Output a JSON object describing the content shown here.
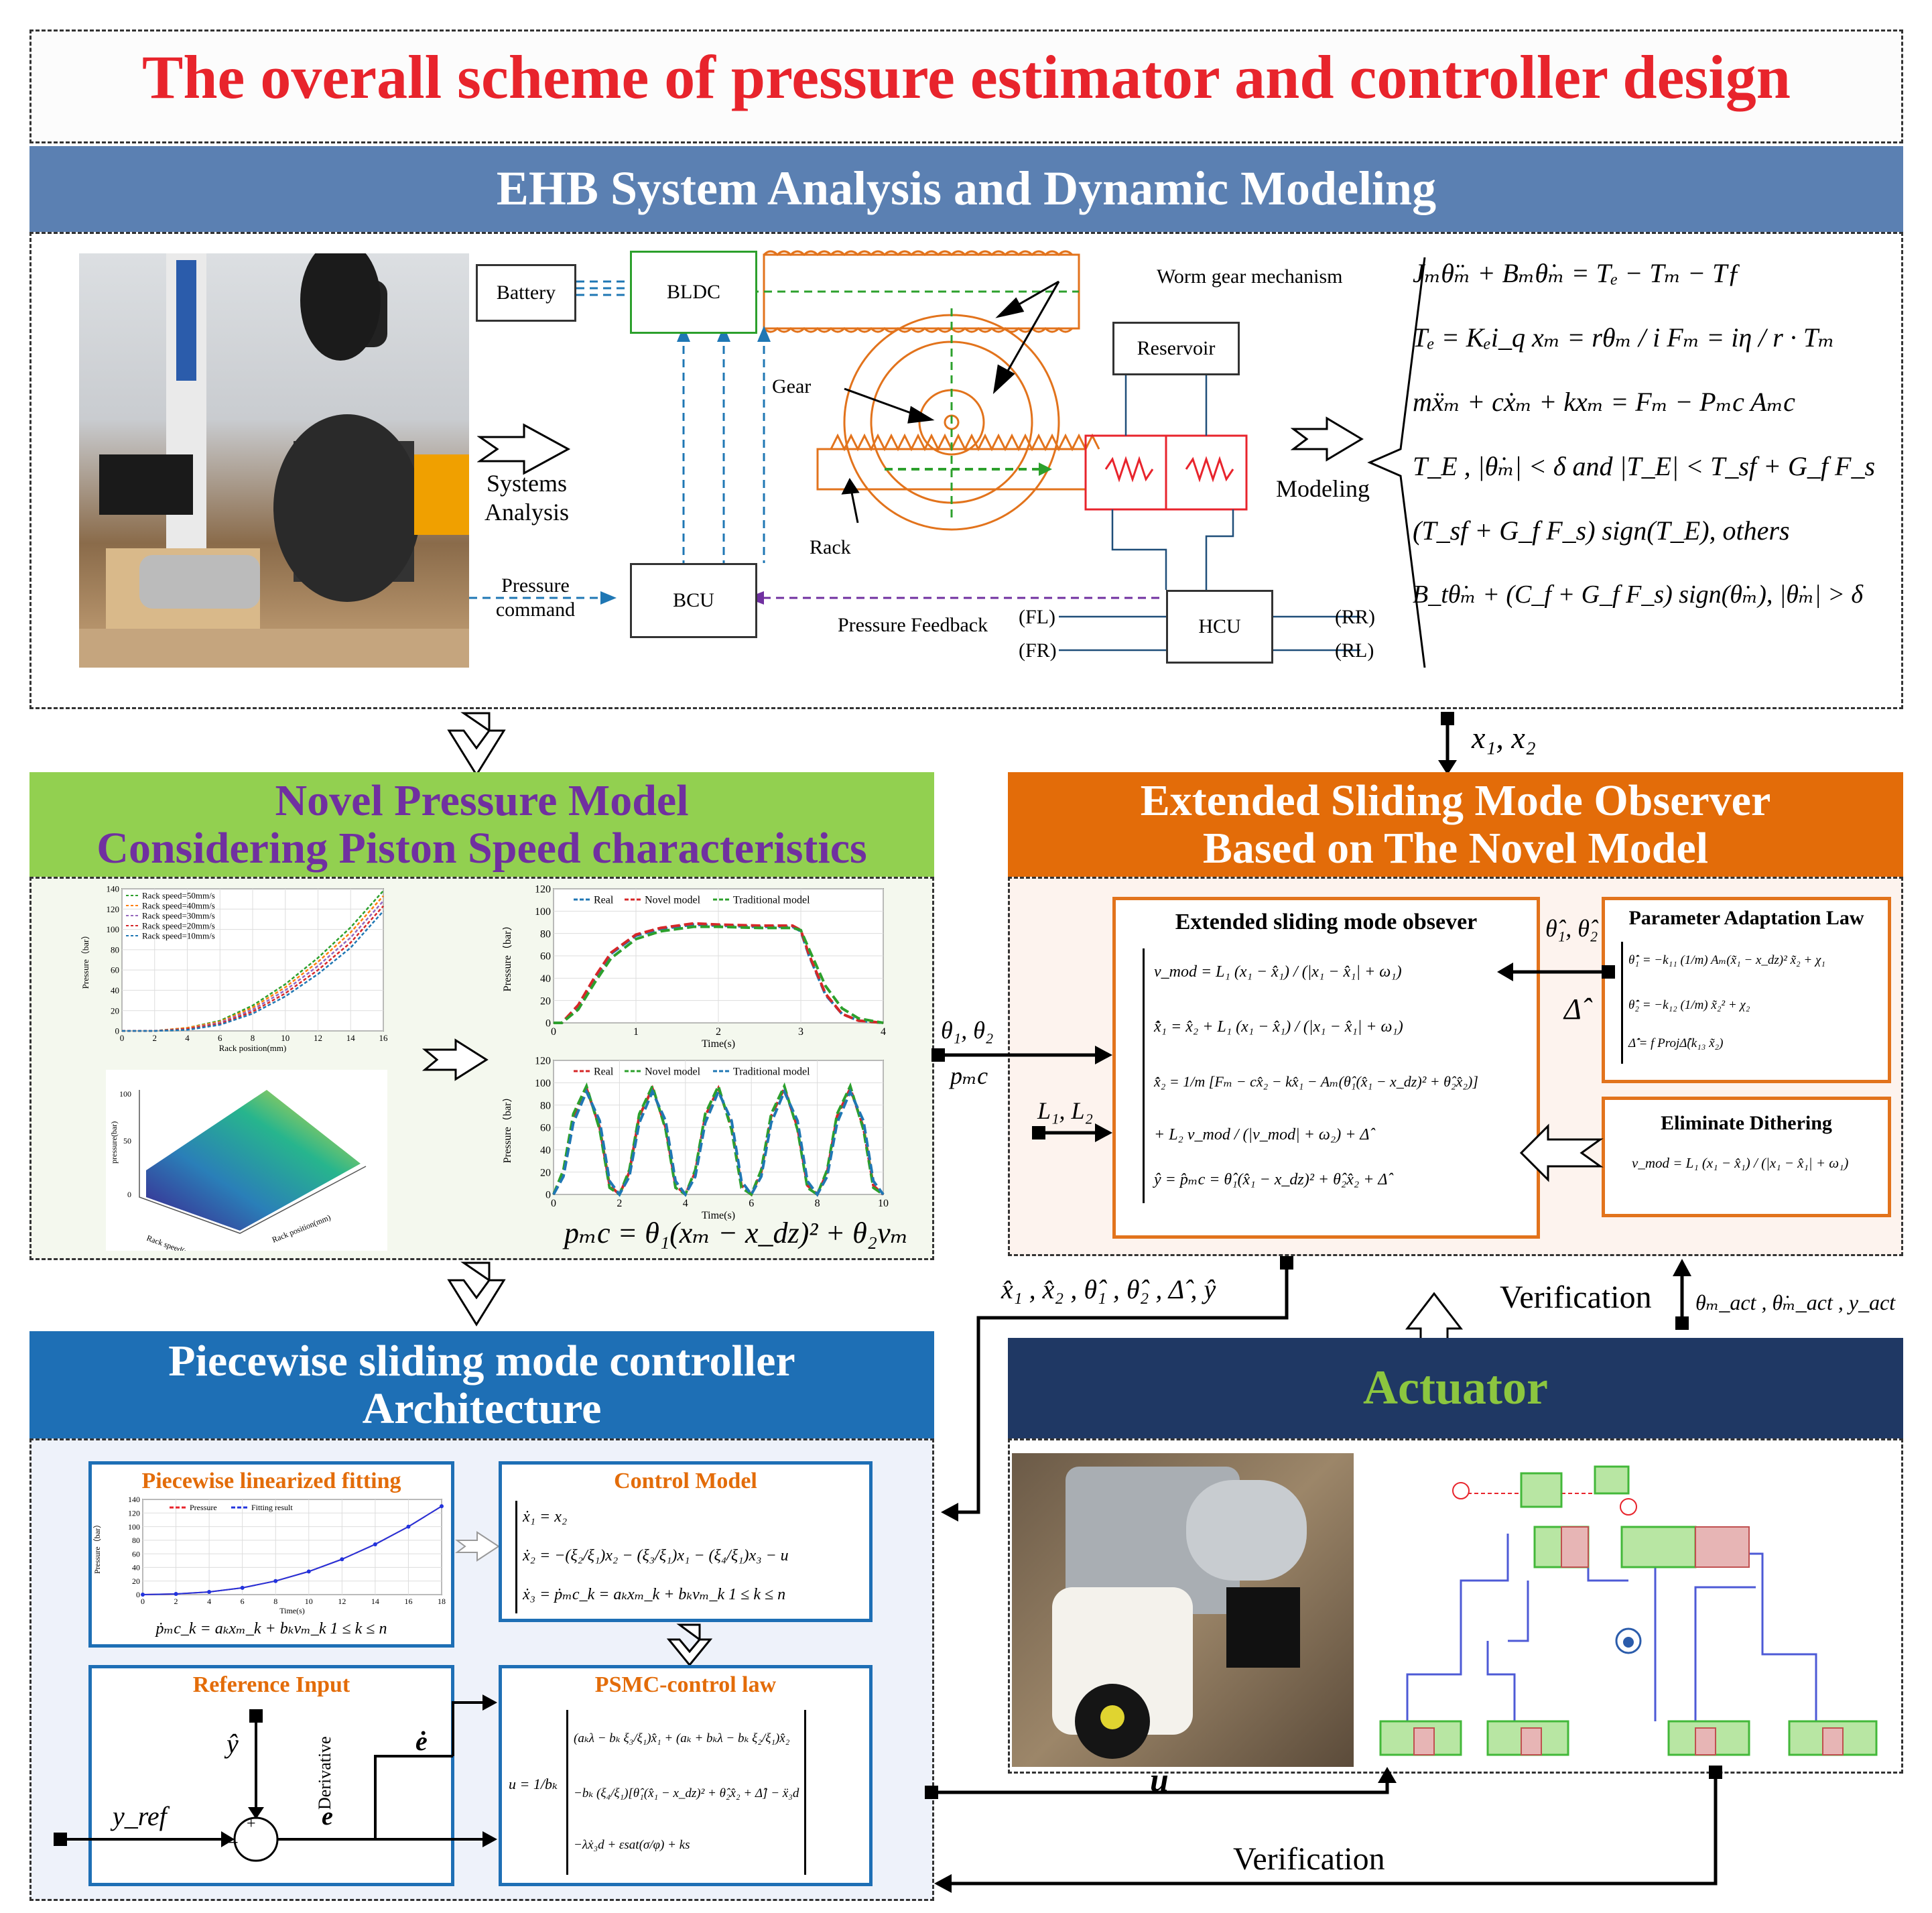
{
  "title": "The overall scheme of pressure estimator and controller design",
  "colors": {
    "title_red": "#e8242c",
    "ehb_bar": "#5b80b2",
    "green_bar": "#92d050",
    "purple_text": "#7030a0",
    "orange_bar": "#e36c09",
    "blue_bar": "#1e6fb5",
    "navy_bar": "#1f3864",
    "actuator_green": "#8cc63f",
    "orange_text": "#e36c09"
  },
  "ehb": {
    "header": "EHB System Analysis and Dynamic Modeling",
    "systems_analysis": "Systems Analysis",
    "battery": "Battery",
    "bldc": "BLDC",
    "worm_gear": "Worm gear mechanism",
    "reservoir": "Reservoir",
    "gear": "Gear",
    "rack": "Rack",
    "bcu": "BCU",
    "hcu": "HCU",
    "pressure_command": "Pressure command",
    "pressure_feedback": "Pressure Feedback",
    "fl": "FL",
    "fr": "FR",
    "rr": "RR",
    "rl": "RL",
    "modeling": "Modeling",
    "equations": [
      "Jₘθ̈ₘ + Bₘθ̇ₘ = Tₑ − Tₘ − Tƒ",
      "Tₑ = Kₑi_q     xₘ = rθₘ / i     Fₘ = iη / r · Tₘ",
      "mẍₘ + cẋₘ + kxₘ = Fₘ − Pₘc Aₘc",
      "T_E , |θ̇ₘ| < δ and |T_E| < T_sf + G_f F_s",
      "(T_sf + G_f F_s) sign(T_E), others",
      "B_tθ̇ₘ + (C_f + G_f F_s) sign(θ̇ₘ), |θ̇ₘ| > δ"
    ],
    "states": "x₁, x₂"
  },
  "pressure_model": {
    "header_line1": "Novel Pressure Model",
    "header_line2": "Considering Piston Speed characteristics",
    "formula": "pₘc = θ₁(xₘ − x_dz)² + θ₂vₘ"
  },
  "chart_data": [
    {
      "type": "line",
      "xlabel": "Rack position(mm)",
      "ylabel": "Pressure（bar）",
      "xlim": [
        0,
        16
      ],
      "ylim": [
        0,
        140
      ],
      "x_ticks": [
        0,
        2,
        4,
        6,
        8,
        10,
        12,
        14,
        16
      ],
      "y_ticks": [
        0,
        20,
        40,
        60,
        80,
        100,
        120,
        140
      ],
      "grid": true,
      "legend": "top-left",
      "x": [
        0,
        2,
        4,
        6,
        8,
        10,
        12,
        14,
        16
      ],
      "series": [
        {
          "name": "Rack speed=50mm/s",
          "color": "#2ca02c",
          "values": [
            0,
            0,
            3,
            10,
            25,
            46,
            72,
            102,
            138
          ]
        },
        {
          "name": "Rack speed=40mm/s",
          "color": "#ff7f0e",
          "values": [
            0,
            0,
            3,
            9,
            23,
            43,
            68,
            97,
            133
          ]
        },
        {
          "name": "Rack speed=30mm/s",
          "color": "#9467bd",
          "values": [
            0,
            0,
            2,
            8,
            21,
            40,
            64,
            92,
            128
          ]
        },
        {
          "name": "Rack speed=20mm/s",
          "color": "#d62728",
          "values": [
            0,
            0,
            2,
            7,
            19,
            37,
            60,
            87,
            123
          ]
        },
        {
          "name": "Rack speed=10mm/s",
          "color": "#1f77b4",
          "values": [
            0,
            0,
            1,
            6,
            17,
            34,
            56,
            82,
            118
          ]
        }
      ]
    },
    {
      "type": "line",
      "xlabel": "Time(s)",
      "ylabel": "Pressure（bar）",
      "xlim": [
        0,
        4
      ],
      "ylim": [
        0,
        120
      ],
      "x_ticks": [
        0,
        1,
        2,
        3,
        4
      ],
      "y_ticks": [
        0,
        20,
        40,
        60,
        80,
        100,
        120
      ],
      "grid": true,
      "legend": "top",
      "x": [
        0,
        0.1,
        0.3,
        0.5,
        0.7,
        1.0,
        1.3,
        1.7,
        2.0,
        2.5,
        2.9,
        3.0,
        3.1,
        3.3,
        3.5,
        3.7,
        4.0
      ],
      "series": [
        {
          "name": "Real",
          "color": "#1f77b4",
          "values": [
            0,
            0,
            15,
            40,
            62,
            78,
            84,
            88,
            87,
            86,
            86,
            82,
            60,
            25,
            8,
            2,
            0
          ]
        },
        {
          "name": "Novel model",
          "color": "#d62728",
          "values": [
            0,
            0,
            16,
            41,
            63,
            79,
            85,
            89,
            88,
            87,
            87,
            83,
            61,
            26,
            8,
            2,
            0
          ]
        },
        {
          "name": "Traditional model",
          "color": "#2ca02c",
          "values": [
            0,
            0,
            12,
            36,
            58,
            75,
            82,
            86,
            86,
            85,
            85,
            83,
            66,
            33,
            13,
            4,
            0
          ]
        }
      ]
    },
    {
      "type": "line",
      "xlabel": "Time(s)",
      "ylabel": "Pressure（bar）",
      "xlim": [
        0,
        10
      ],
      "ylim": [
        0,
        120
      ],
      "x_ticks": [
        0,
        2,
        4,
        6,
        8,
        10
      ],
      "y_ticks": [
        0,
        20,
        40,
        60,
        80,
        100,
        120
      ],
      "grid": true,
      "legend": "top",
      "x": [
        0,
        0.3,
        0.6,
        1.0,
        1.4,
        1.7,
        2.0,
        2.3,
        2.6,
        3.0,
        3.4,
        3.7,
        4.0,
        4.3,
        4.6,
        5.0,
        5.4,
        5.7,
        6.0,
        6.3,
        6.6,
        7.0,
        7.4,
        7.7,
        8.0,
        8.3,
        8.6,
        9.0,
        9.4,
        9.7,
        10.0
      ],
      "series": [
        {
          "name": "Real",
          "color": "#d62728",
          "values": [
            0,
            20,
            70,
            95,
            60,
            8,
            0,
            20,
            70,
            95,
            60,
            8,
            0,
            20,
            70,
            95,
            60,
            8,
            0,
            20,
            70,
            95,
            60,
            8,
            0,
            20,
            70,
            95,
            60,
            8,
            0
          ]
        },
        {
          "name": "Novel model",
          "color": "#2ca02c",
          "values": [
            0,
            22,
            72,
            97,
            58,
            6,
            0,
            22,
            72,
            97,
            58,
            6,
            0,
            22,
            72,
            97,
            58,
            6,
            0,
            22,
            72,
            97,
            58,
            6,
            0,
            22,
            72,
            97,
            58,
            6,
            0
          ]
        },
        {
          "name": "Traditional model",
          "color": "#1f77b4",
          "values": [
            0,
            16,
            64,
            92,
            66,
            12,
            0,
            16,
            64,
            92,
            66,
            12,
            0,
            16,
            64,
            92,
            66,
            12,
            0,
            16,
            64,
            92,
            66,
            12,
            0,
            16,
            64,
            92,
            66,
            12,
            0
          ]
        }
      ]
    },
    {
      "type": "line",
      "xlabel": "Time(s)",
      "ylabel": "Pressure（bar）",
      "xlim": [
        0,
        18
      ],
      "ylim": [
        0,
        140
      ],
      "x_ticks": [
        0,
        2,
        4,
        6,
        8,
        10,
        12,
        14,
        16,
        18
      ],
      "y_ticks": [
        0,
        20,
        40,
        60,
        80,
        100,
        120,
        140
      ],
      "grid": true,
      "legend": "top",
      "x": [
        0,
        2,
        4,
        6,
        8,
        10,
        12,
        14,
        16,
        18
      ],
      "series": [
        {
          "name": "Pressure",
          "color": "#e8242c",
          "values": [
            0,
            1,
            4,
            10,
            20,
            34,
            52,
            74,
            100,
            130
          ]
        },
        {
          "name": "Fitting result",
          "color": "#2233dd",
          "values": [
            0,
            1,
            4,
            10,
            20,
            34,
            52,
            74,
            100,
            130
          ]
        }
      ]
    }
  ],
  "surface": {
    "xlabel": "Rack speed(mm/s)",
    "ylabel": "Rack position(mm)",
    "zlabel": "pressure(bar)",
    "z_ticks": [
      "0",
      "50",
      "100"
    ]
  },
  "eso": {
    "header_line1": "Extended Sliding Mode Observer",
    "header_line2": "Based on The Novel Model",
    "box_title": "Extended sliding mode obsever",
    "equations": [
      "v_mod = L₁ (x₁ − x̂₁) / (|x₁ − x̂₁| + ω₁)",
      "x̂̇₁ = x̂₂ + L₁ (x₁ − x̂₁) / (|x₁ − x̂₁| + ω₁)",
      "x̂̇₂ = 1/m [Fₘ − cx̂₂ − kx̂₁ − Aₘ(θ̂₁(x̂₁ − x_dz)² + θ̂₂x̂₂)]",
      "+ L₂ v_mod / (|v_mod| + ω₂) + Δ̂",
      "ŷ = p̂ₘc = θ̂₁(x̂₁ − x_dz)² + θ̂₂x̂₂ + Δ̂"
    ],
    "adapt_title": "Parameter Adaptation Law",
    "adapt_equations": [
      "θ̂̇₁ = −k₁₁ (1/m) Aₘ(x̃₁ − x_dz)² x̃₂ + χ₁",
      "θ̂̇₂ = −k₁₂ (1/m) x̃₂² + χ₂",
      "Δ̂̇ = f ProjΔ̂(k₁₃ x̃₂)"
    ],
    "dither_title": "Eliminate Dithering",
    "dither_equation": "v_mod = L₁ (x₁ − x̂₁) / (|x₁ − x̂₁| + ω₁)",
    "theta_hat": "θ̂₁, θ̂₂",
    "delta_hat": "Δ̂",
    "theta_in": "θ₁, θ₂",
    "p_mc": "pₘc",
    "l_gains": "L₁, L₂",
    "outputs": "x̂₁ , x̂₂ , θ̂₁ , θ̂₂ , Δ̂ , ŷ",
    "verification": "Verification",
    "actual": "θₘ_act , θ̇ₘ_act , y_act"
  },
  "psmc": {
    "header_line1": "Piecewise sliding mode controller",
    "header_line2": "Architecture",
    "fit_title": "Piecewise linearized fitting",
    "fit_eq": "ṗₘc_k = aₖxₘ_k + bₖvₘ_k     1 ≤ k ≤ n",
    "control_title": "Control Model",
    "control_eqs": [
      "ẋ₁ = x₂",
      "ẋ₂ = −(ξ₂/ξ₁)x₂ − (ξ₃/ξ₁)x₁ − (ξ₄/ξ₁)x₃ − u",
      "ẋ₃ = ṗₘc_k = aₖxₘ_k + bₖvₘ_k     1 ≤ k ≤ n"
    ],
    "ref_title": "Reference Input",
    "y_hat": "ŷ",
    "y_ref": "y_ref",
    "e": "e",
    "e_dot": "ė",
    "derivative": "Derivative",
    "plus": "+",
    "minus": "−",
    "law_title": "PSMC-control law",
    "law_eqs": [
      "(aₖλ − bₖ ξ₃/ξ₁)x̂₁ + (aₖ + bₖλ − bₖ ξ₂/ξ₁)x̂₂",
      "−bₖ (ξ₄/ξ₁)[θ̂₁(x̂₁ − x_dz)² + θ̂₂x̂₂ + Δ̂] − ẍ₃d",
      "−λẋ₃d + εsat(σ/φ) + ks"
    ],
    "law_prefix": "u = 1/bₖ"
  },
  "actuator": {
    "header": "Actuator",
    "u": "u",
    "verification": "Verification"
  }
}
